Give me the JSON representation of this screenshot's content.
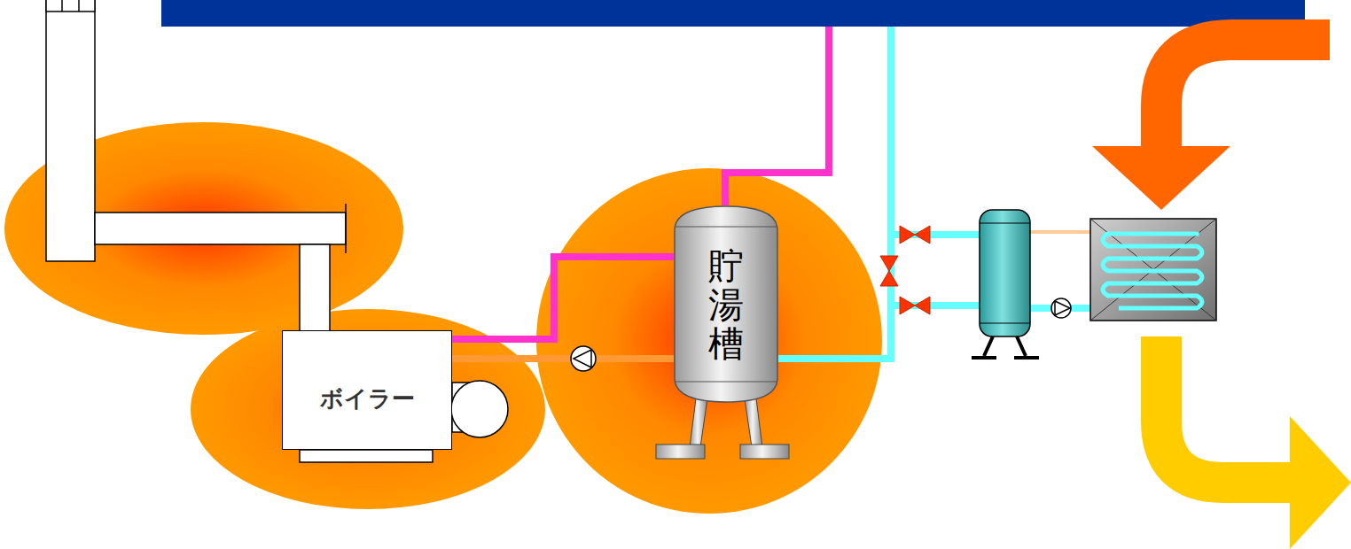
{
  "diagram": {
    "nodes": [
      {
        "text": [
          "ボイラー"
        ]
      },
      {
        "text": [
          "貯湯槽"
        ]
      }
    ],
    "edges": [
      {
        "from": 0,
        "to": 1,
        "arrow": "none"
      },
      {
        "from": 1,
        "to": 0,
        "arrow": "none"
      }
    ]
  }
}
